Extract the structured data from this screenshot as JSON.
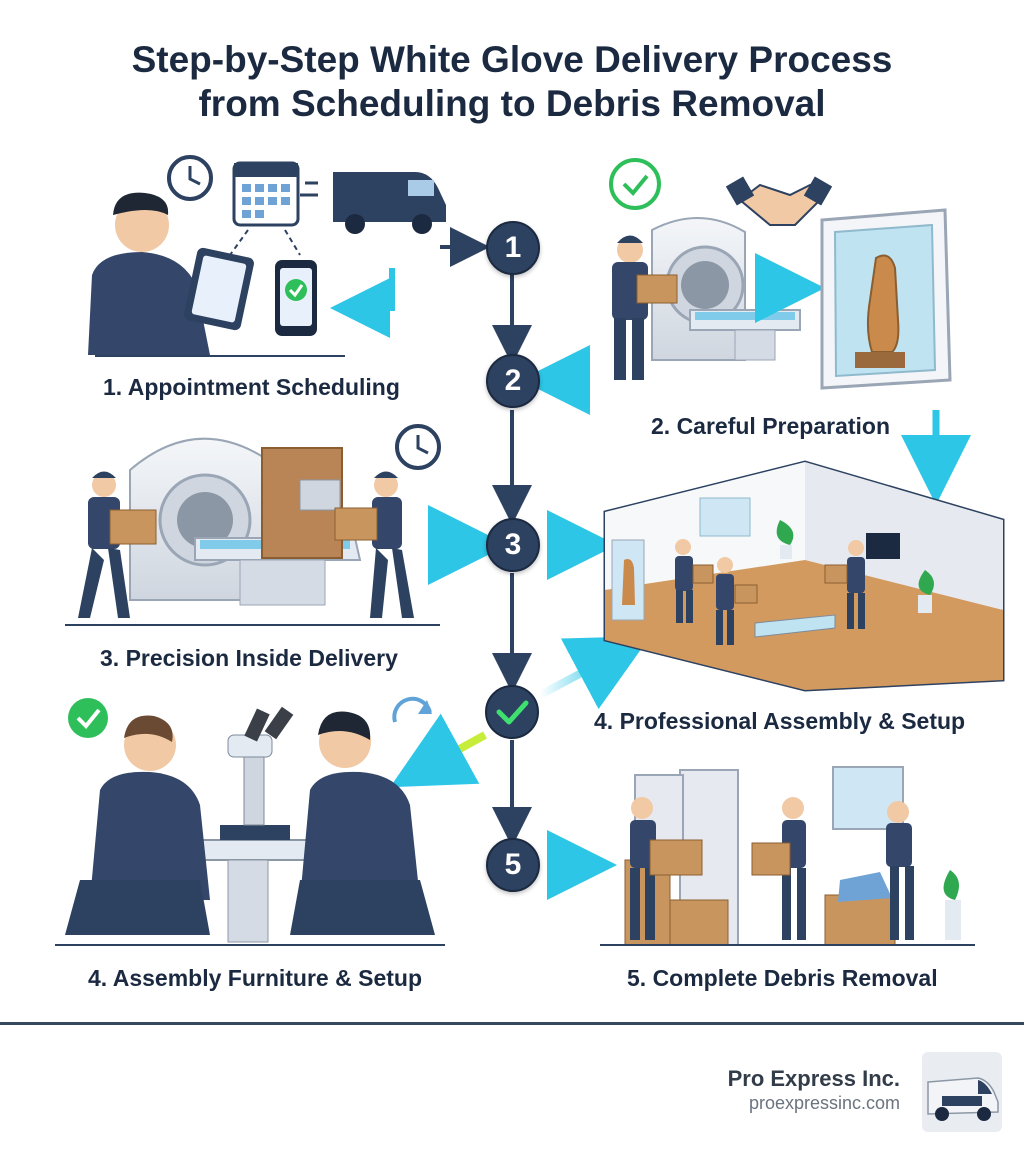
{
  "title": {
    "line1": "Step-by-Step White Glove Delivery Process",
    "line2": "from Scheduling to Debris Removal"
  },
  "markers": [
    "1",
    "2",
    "3",
    "5"
  ],
  "captions": {
    "step1": "1. Appointment Scheduling",
    "step2": "2. Careful Preparation",
    "step3": "3. Precision Inside Delivery",
    "step4a": "4. Professional Assembly & Setup",
    "step4b": "4. Assembly Furniture & Setup",
    "step5": "5. Complete Debris Removal"
  },
  "brand": {
    "name": "Pro Express Inc.",
    "url": "proexpressinc.com"
  },
  "colors": {
    "navy": "#2d4160",
    "uniform": "#34476b",
    "cyan": "#2ec6e6",
    "lime": "#c7ec3a",
    "green": "#2fbf5a",
    "wood": "#c98a4b",
    "box": "#c9955e"
  },
  "icons": [
    "clock-icon",
    "calendar-icon",
    "van-icon",
    "tablet-icon",
    "phone-icon",
    "check-icon",
    "handshake-icon",
    "refresh-icon"
  ]
}
